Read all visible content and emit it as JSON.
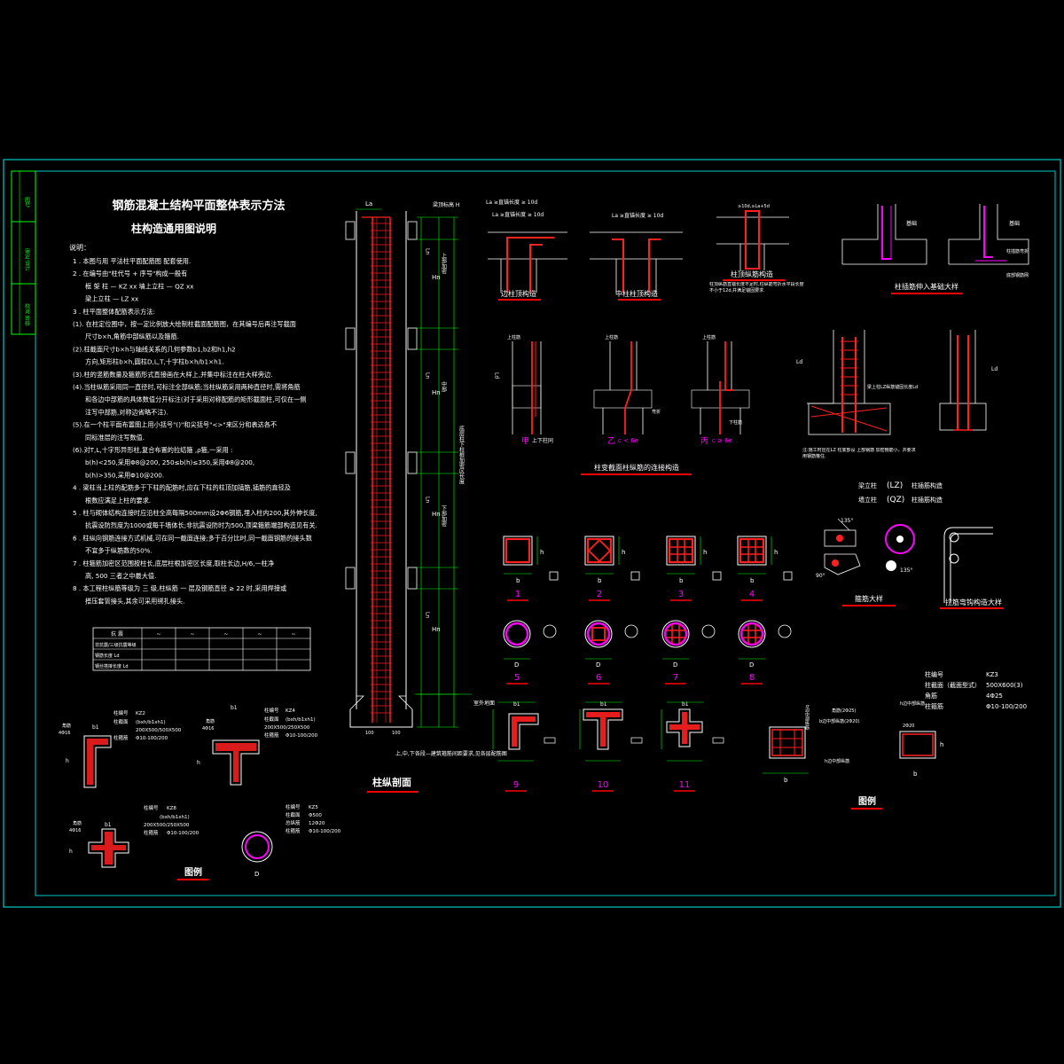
{
  "title_block": {
    "cells": [
      "图号",
      "审定 设计",
      "校对 审核"
    ]
  },
  "notes": {
    "title": "钢筋混凝土结构平面整体表示方法",
    "subtitle": "柱构造通用图说明",
    "heading": "说明：",
    "lines": [
      "1 . 本图与用  平法柱平面配筋图  配套使用.",
      "2 . 在编号由\"柱代号 + 序号\"构成一般有",
      "框 架 柱  — KZ xx      墙上立柱 — QZ xx",
      "梁上立柱  — LZ xx",
      "3 . 柱平面整体配筋表示方法:",
      "(1). 在柱定位图中，按一定比例放大绘制柱截面配筋图，在其编号后再注写截面",
      "尺寸b×h,角筋中部纵筋以及箍筋.",
      "(2).柱截面尺寸b×h与轴线关系的几何参数b1,b2和h1,h2",
      "方向,矩形柱b×h,圆柱D,L,T,十字柱b×h/b1×h1.",
      "(3).柱的竖筋数量及箍筋形式直接画在大样上,并集中标注在柱大样旁边.",
      "(4).当柱纵筋采用同一直径时,可标注全部纵筋;当柱纵筋采用两种直径时,需将角筋",
      "和各边中部筋的具体数值分开标注(对于采用对称配筋的矩形截面柱,可仅在一侧",
      "注写中部筋,对称边省略不注).",
      "(5).在一个柱平面布置图上用小括号\"()\"和尖括号\"<>\"来区分和表达各不",
      "同标准层的注写数值.",
      "(6).对T,L,十字形异形柱,复合布置的拉结箍 ,ρ箍,一采用   :",
      "b(h)<250,采用Φ8@200, 250≤b(h)≤350,采用Φ8@200,",
      "b(h)>350,采用Φ10@200.",
      "4 . 梁柱当上柱的配筋多于下柱的配筋时,应在下柱的柱顶加插筋,插筋的直径及",
      "根数应满足上柱的要求.",
      "5 . 柱与砌体结构连接时应沿柱全高每隔500mm设2Φ6钢筋,埋入柱内200,其外伸长度,",
      "抗震设防烈度为1000或每千墙体长;非抗震设防时为500,顶梁箍筋端部构造见有关.",
      "6 . 柱纵向钢筋连接方式机械,可在同一截面连接;多于百分比时,同一截面钢筋的接头数",
      "不宜多于纵筋数的50%.",
      "7 . 柱箍筋加密区范围按柱长,底层柱根加密区长度,取柱长边,H/6,一柱净",
      "高, 500 三者之中最大值.",
      "8 . 本工程柱纵筋等级为 三 级,柱纵筋 一 层及钢筋直径 ≥ 22 时,采用焊接或",
      "搭压套管接头,其余可采用绑扎接头."
    ]
  },
  "lap_table": {
    "header": [
      "抗 震",
      "~",
      "~",
      "~",
      "~",
      "~"
    ],
    "rows": [
      "非抗震/三级抗震等级",
      "钢筋长度 Ld",
      "钢丝搭接长度 Ld"
    ]
  },
  "column_section": {
    "title": "柱纵剖面",
    "label_la": "La",
    "label_beam_top": "梁顶标高 H",
    "label_ground": "室外地面",
    "label_ln": "Ln",
    "label_hn": "Hn",
    "label_confine": "上部加密",
    "label_middle": "中部",
    "label_lower": "下部加密",
    "note_right": "底层柱下柱根加密区长度",
    "note_bottom": "上,中,下各段—建筑箍筋间距要求,见各层配筋图",
    "dim_100": "100"
  },
  "top_details": {
    "detail1_label": "边柱顶构造",
    "detail1_note1": "La ≥直锚长度 ≥ 10d",
    "detail1_note2": "La ≥直锚长度 ≥ 10d",
    "detail2_label": "中柱柱顶构造",
    "detail2_note": "La ≥直锚长度 ≥ 10d",
    "detail3_label": "柱顶纵筋构造",
    "detail3_note_top": "≥10d,≥La+5d",
    "detail3_desc": "柱顶纵筋直锚长度不足时,柱纵筋弯折水平段长度不小于12d,并满足锚固要求.",
    "detail4_label": "柱插筋伸入基础大样",
    "detail4_note1": "基础",
    "detail4_note2": "基础",
    "detail4_note3": "柱插筋弯折",
    "detail4_note4": "底部钢筋网"
  },
  "mid_details": {
    "label_a": "甲",
    "label_a_note": "上下柱同",
    "label_b": "乙",
    "label_b_cond": "c < 6e",
    "label_c": "丙",
    "label_c_cond": "c ≥ 6e",
    "caption": "柱变截面柱纵筋的连接构造",
    "upper": "上柱筋",
    "lower": "下柱筋",
    "ld": "Ld",
    "bend": "弯折",
    "lz_note": "梁上柱LZ纵筋锚固长度Ld",
    "lz_text": "注:施工时应在LZ 柱底部设  上部钢筋 加密箍筋小，并要求用钢筋箍住.",
    "lz_label": "梁立柱",
    "lz_code": "(LZ)",
    "lz_desc": "柱插筋构造",
    "qz_label": "墙立柱",
    "qz_code": "(QZ)",
    "qz_desc": "柱插筋构造"
  },
  "sections_rect": {
    "labels": [
      "1",
      "2",
      "3",
      "4"
    ],
    "dim_b": "b",
    "dim_h": "h"
  },
  "sections_round": {
    "labels": [
      "5",
      "6",
      "7",
      "8"
    ],
    "dim_d": "D"
  },
  "sections_shape": {
    "labels": [
      "9",
      "10",
      "11"
    ],
    "dim_b1": "b1"
  },
  "hook_details": {
    "angle1": "135°",
    "angle2": "90°",
    "angle3": "135°",
    "caption1": "箍筋大样",
    "caption2": "拉筋弯钩构造大样"
  },
  "legend_right": {
    "title": "图例",
    "name_label": "柱编号",
    "name_value": "KZ3",
    "size_label": "柱截面（截面型式）",
    "size_value": "500X600(3)",
    "corner_label": "角筋",
    "corner_value": "4Φ25",
    "stirrup_label": "柱箍筋",
    "stirrup_value": "Φ10-100/200",
    "note_b": "b边中部纵筋",
    "note_h": "h边中部纵筋",
    "note_corner": "角筋(2Φ25)",
    "note_bmid": "b边中部纵筋(2Φ20)",
    "note_hmid": "h边中部纵筋",
    "side_label": "2Φ20"
  },
  "legend_left": {
    "title": "图例",
    "kz2": {
      "name": "KZ2",
      "size": "(bxh/b1xh1)",
      "size_value": "200X500/500X500",
      "stirrup": "Φ10-100/200",
      "corner": "角筋",
      "corner_v": "4Φ16"
    },
    "kz4": {
      "name": "KZ4",
      "size": "(bxh/b1xh1)",
      "size_value": "200X500/250X500",
      "stirrup": "Φ10-100/200",
      "corner": "角筋",
      "corner_v": "4Φ16"
    },
    "kz8": {
      "name": "KZ8",
      "size": "(bxh/b1xh1)",
      "size_value": "200X500/250X500",
      "stirrup": "Φ10-100/200",
      "corner": "角筋",
      "corner_v": "4Φ16"
    },
    "kz5": {
      "name": "KZ5",
      "size": "Φ500",
      "corner": "12Φ20",
      "stirrup": "Φ10-100/200"
    },
    "lbl_name": "柱编号",
    "lbl_size": "柱截面",
    "lbl_stirrup": "柱箍筋",
    "lbl_corner": "角筋",
    "lbl_main": "总纵筋",
    "dim_b1": "b1",
    "dim_h": "h",
    "dim_d": "D"
  },
  "colors": {
    "frame": "#00c8c8",
    "title_block": "#00ff00",
    "rebar": "#ff2020",
    "dim": "#00ff00",
    "label_line": "#ff0000",
    "text": "#ffffff",
    "highlight": "#ff00ff"
  }
}
